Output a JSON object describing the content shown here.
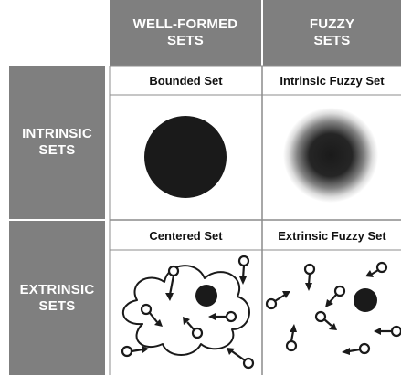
{
  "columns": [
    {
      "line1": "WELL-FORMED",
      "line2": "SETS"
    },
    {
      "line1": "FUZZY",
      "line2": "SETS"
    }
  ],
  "rows": [
    {
      "line1": "INTRINSIC",
      "line2": "SETS"
    },
    {
      "line1": "EXTRINSIC",
      "line2": "SETS"
    }
  ],
  "cells": {
    "bounded": "Bounded Set",
    "intrinsic_fuzzy": "Intrinsic Fuzzy Set",
    "centered": "Centered Set",
    "extrinsic_fuzzy": "Extrinsic Fuzzy Set"
  },
  "colors": {
    "header_bg": "#7f7f7f",
    "header_text": "#ffffff",
    "ink": "#1a1a1a",
    "border": "#8c8c8c"
  }
}
